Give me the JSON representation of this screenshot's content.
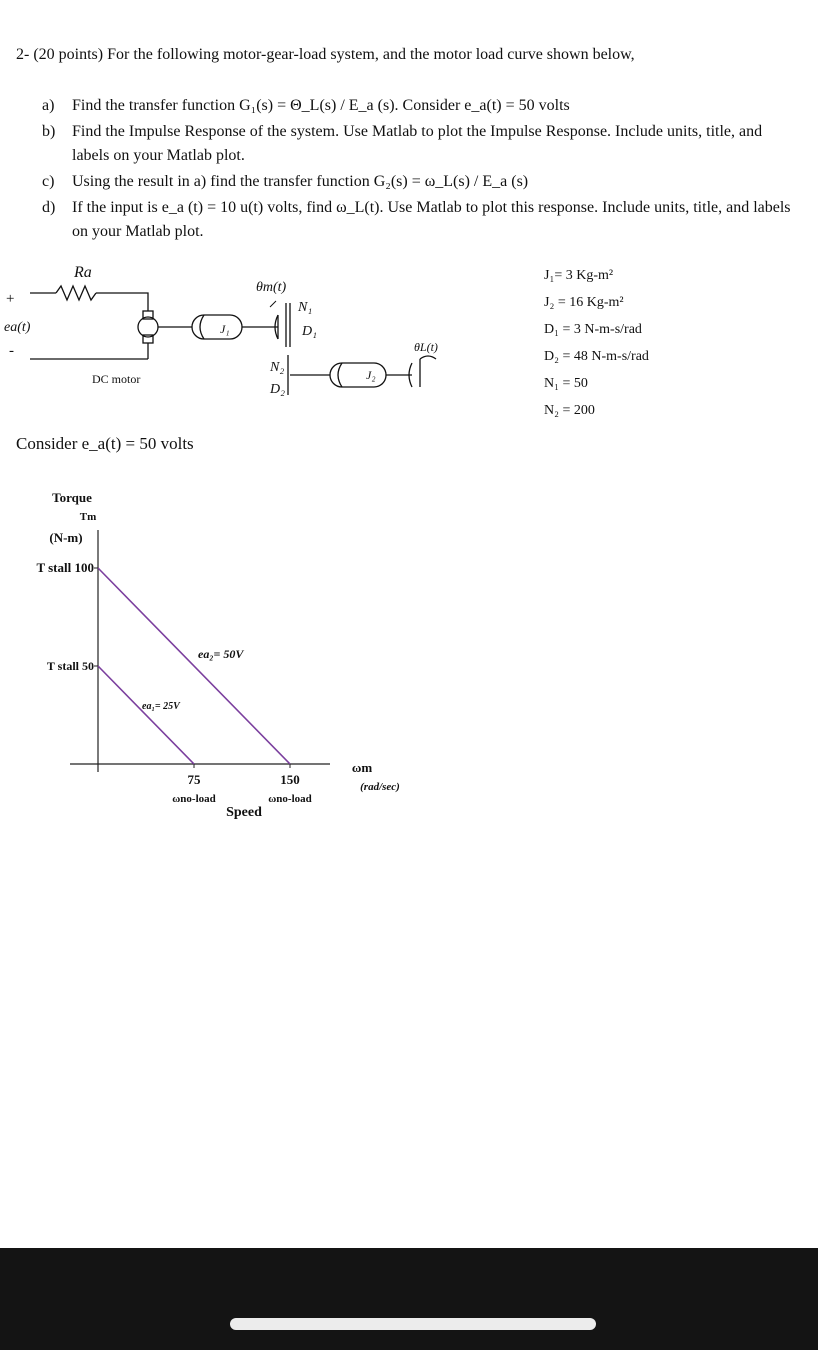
{
  "problem": {
    "header": "2-  (20 points) For the following motor-gear-load system, and the motor load curve shown below,",
    "items": [
      {
        "letter": "a)",
        "text": "Find the transfer function G₁(s) = Θ_L(s) / E_a (s). Consider e_a(t) = 50 volts"
      },
      {
        "letter": "b)",
        "text": "Find the Impulse Response of the system. Use Matlab to plot the Impulse Response. Include units, title, and labels on your Matlab plot."
      },
      {
        "letter": "c)",
        "text": "Using the result in a) find the transfer function  G₂(s) = ω_L(s) / E_a (s)"
      },
      {
        "letter": "d)",
        "text": "If the input is e_a (t) = 10 u(t) volts, find ω_L(t). Use Matlab to plot this response. Include units, title, and labels on your Matlab plot."
      }
    ]
  },
  "circuit": {
    "ra_label": "Ra",
    "ea_label": "ea(t)",
    "plus": "+",
    "minus": "-",
    "motor_label": "DC motor",
    "j1_label": "J₁",
    "theta_m_label": "θm(t)",
    "n1_label": "N₁",
    "d1_label": "D₁",
    "n2_label": "N₂",
    "d2_label": "D₂",
    "j2_label": "J₂",
    "theta_l_label": "θL(t)"
  },
  "parameters": [
    "J₁= 3 Kg-m²",
    "J₂ = 16 Kg-m²",
    "D₁ = 3 N-m-s/rad",
    "D₂ = 48 N-m-s/rad",
    "N₁ = 50",
    "N₂  = 200"
  ],
  "consider_text": "Consider e_a(t) = 50 volts",
  "chart_data": {
    "type": "line",
    "ylabel_lines": [
      "Torque",
      "Tm",
      "(N-m)"
    ],
    "xlabel": "Speed",
    "x_axis_symbol": "ωm",
    "x_axis_unit": "(rad/sec)",
    "xlim": [
      0,
      200
    ],
    "ylim": [
      0,
      110
    ],
    "y_tick_labels": [
      {
        "prefix": "T stall",
        "value": "100",
        "at": 100
      },
      {
        "prefix": "T stall",
        "value": "50",
        "at": 50
      }
    ],
    "x_tick_labels": [
      {
        "value": "75",
        "sub": "ωno-load",
        "at": 75
      },
      {
        "value": "150",
        "sub": "ωno-load",
        "at": 150
      }
    ],
    "series": [
      {
        "name": "ea₂= 50V",
        "x": [
          0,
          150
        ],
        "y": [
          100,
          0
        ],
        "color": "#7b3f9e"
      },
      {
        "name": "ea₁= 25V",
        "x": [
          0,
          75
        ],
        "y": [
          50,
          0
        ],
        "color": "#7b3f9e"
      }
    ]
  }
}
